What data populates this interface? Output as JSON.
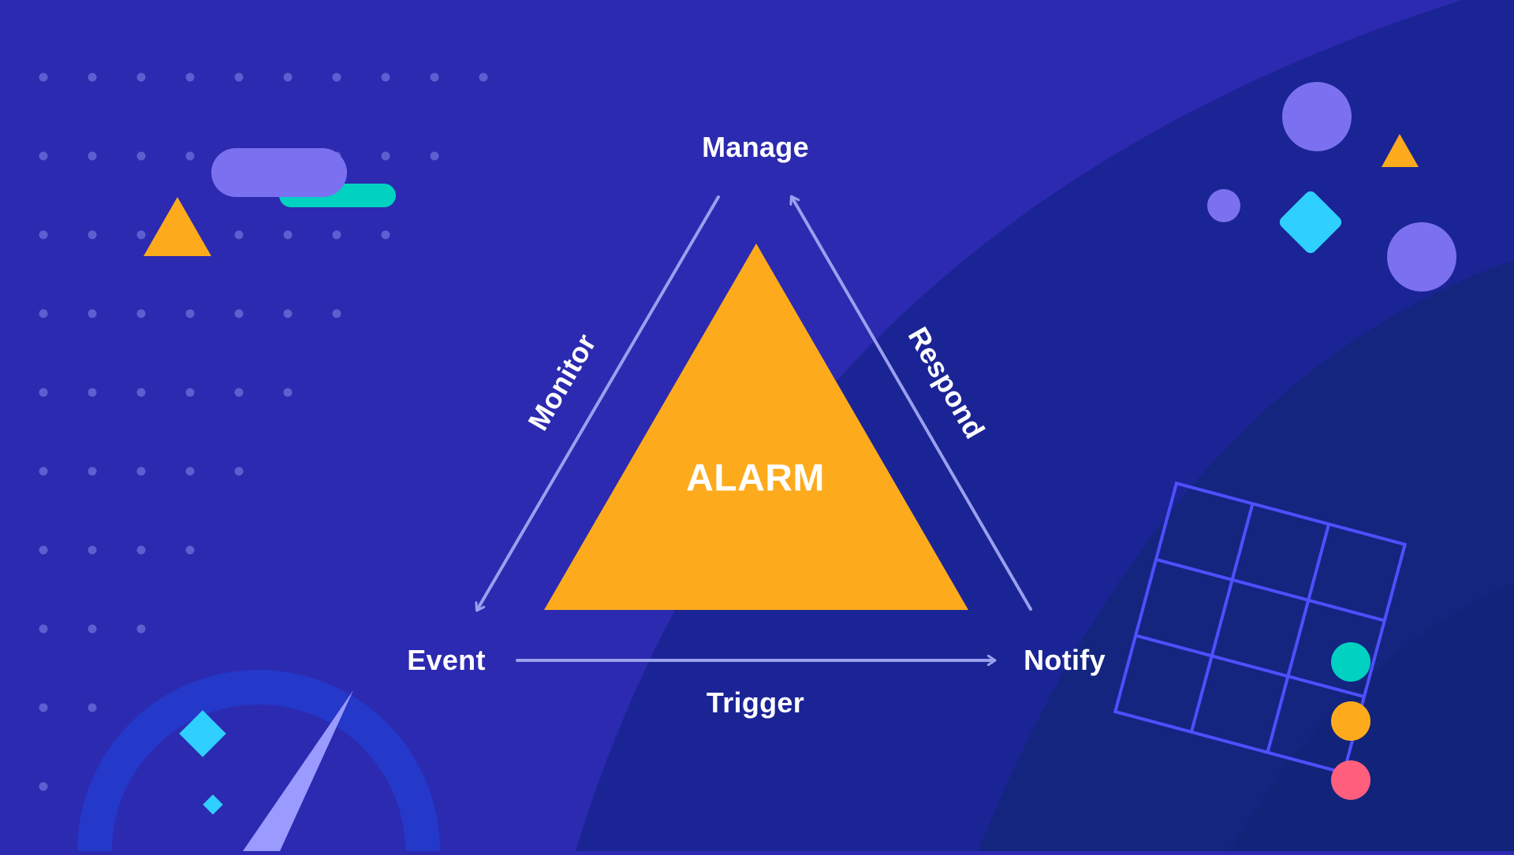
{
  "diagram": {
    "center_label": "ALARM",
    "nodes": {
      "top": "Manage",
      "left": "Event",
      "right": "Notify"
    },
    "edges": {
      "left": "Monitor",
      "right": "Respond",
      "bottom": "Trigger"
    }
  },
  "colors": {
    "background": "#2c2ab0",
    "background_dark": "#1b2495",
    "background_darkest": "#142580",
    "triangle": "#fdab1d",
    "arrow": "#9aa0ee",
    "accent_purple": "#7b71f0",
    "accent_teal": "#00d1c1",
    "accent_cyan": "#2fd0ff",
    "accent_pink": "#ff5f7d",
    "grid_line": "#4f4fff"
  }
}
